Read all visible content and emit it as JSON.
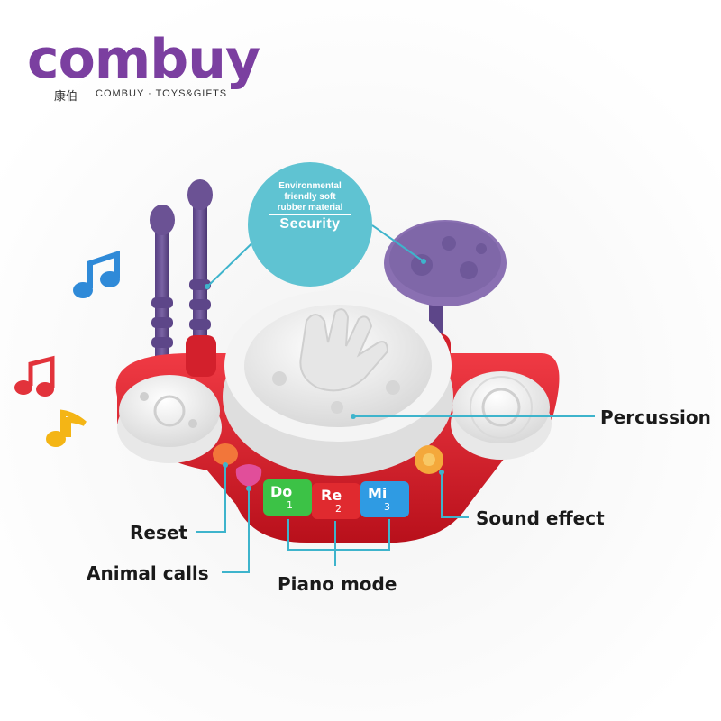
{
  "brand": {
    "logo_text": "combuy",
    "chinese_name": "康伯",
    "tagline": "COMBUY · TOYS&GIFTS"
  },
  "bubble": {
    "line1": "Environmental",
    "line2": "friendly soft",
    "line3": "rubber material",
    "title": "Security"
  },
  "callouts": {
    "percussion": "Percussion",
    "sound_effect": "Sound effect",
    "reset": "Reset",
    "animal_calls": "Animal calls",
    "piano_mode": "Piano mode"
  },
  "keys": {
    "do": "Do",
    "re": "Re",
    "mi": "Mi",
    "n1": "1",
    "n2": "2",
    "n3": "3"
  },
  "colors": {
    "base_red": "#e21f2b",
    "drum_white": "#f1f1f1",
    "stick_purple": "#6b5294",
    "callout_line": "#3eb4cc",
    "bubble": "#5fc3d2",
    "key_green": "#3cc246",
    "key_red": "#e02a2f",
    "key_blue": "#2f9be3"
  }
}
